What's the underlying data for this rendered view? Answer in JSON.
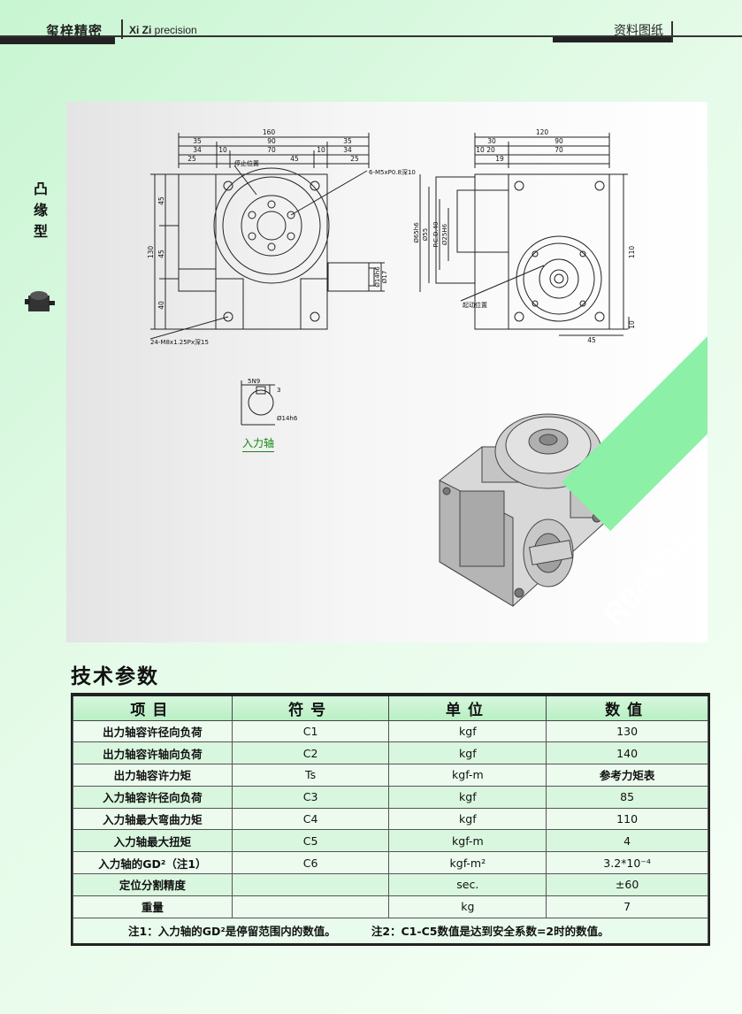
{
  "header": {
    "brand_cn": "玺梓精密",
    "brand_en_bold": "Xi Zi",
    "brand_en_rest": " precision",
    "doc_type": "资料图纸"
  },
  "side": {
    "category": "凸缘型",
    "product_icon": "indexer-thumbnail-icon"
  },
  "drawing": {
    "model": "R045DF",
    "input_shaft_label": "入力轴",
    "front_view": {
      "dims_top": [
        "160",
        "35",
        "90",
        "35",
        "34",
        "10",
        "70",
        "10",
        "34",
        "25",
        "45",
        "25"
      ],
      "dims_left": [
        "45",
        "45",
        "130",
        "40"
      ],
      "callouts": [
        "停止位置",
        "6-M5xP0.8深10",
        "24-M8x1.25Px深15",
        "Ø14h6",
        "Ø17"
      ]
    },
    "side_view": {
      "dims_top": [
        "120",
        "30",
        "90",
        "10",
        "20",
        "70",
        "19"
      ],
      "dims_left": [
        "Ø65h6",
        "Ø55",
        "P.C.D.40",
        "Ø25H6"
      ],
      "dims_right": [
        "110",
        "10",
        "45"
      ],
      "callouts": [
        "起动位置"
      ]
    },
    "shaft_detail": {
      "dims": [
        "5N9",
        "3",
        "Ø14h6"
      ]
    }
  },
  "specs": {
    "title": "技术参数",
    "headers": [
      "项目",
      "符号",
      "单位",
      "数值"
    ],
    "rows": [
      [
        "出力轴容许径向负荷",
        "C1",
        "kgf",
        "130"
      ],
      [
        "出力轴容许轴向负荷",
        "C2",
        "kgf",
        "140"
      ],
      [
        "出力轴容许力矩",
        "Ts",
        "kgf-m",
        "参考力矩表"
      ],
      [
        "入力轴容许径向负荷",
        "C3",
        "kgf",
        "85"
      ],
      [
        "入力轴最大弯曲力矩",
        "C4",
        "kgf",
        "110"
      ],
      [
        "入力轴最大扭矩",
        "C5",
        "kgf-m",
        "4"
      ],
      [
        "入力轴的GD²（注1）",
        "C6",
        "kgf-m²",
        "3.2*10⁻⁴"
      ],
      [
        "定位分割精度",
        "",
        "sec.",
        "±60"
      ],
      [
        "重量",
        "",
        "kg",
        "7"
      ]
    ],
    "note1": "注1：入力轴的GD²是停留范围内的数值。",
    "note2": "注2：C1-C5数值是达到安全系数=2时的数值。"
  }
}
